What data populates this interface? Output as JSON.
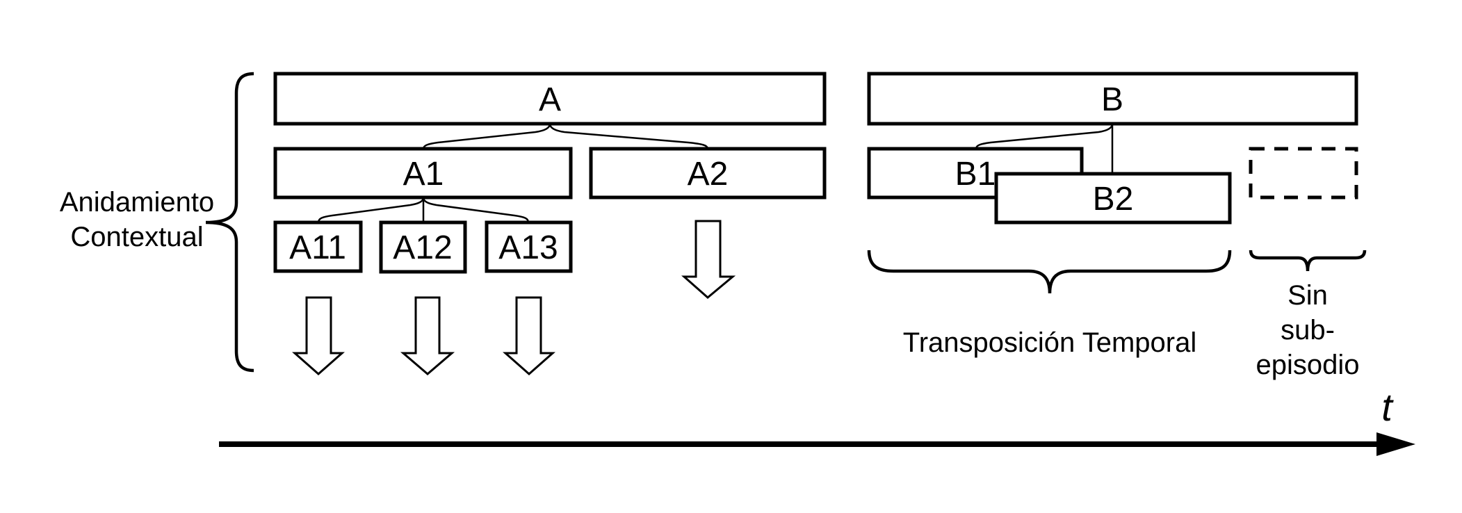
{
  "boxes": {
    "a": "A",
    "a1": "A1",
    "a2": "A2",
    "a11": "A11",
    "a12": "A12",
    "a13": "A13",
    "b": "B",
    "b1": "B1",
    "b2": "B2"
  },
  "labels": {
    "nesting_line1": "Anidamiento",
    "nesting_line2": "Contextual",
    "transposition": "Transposición Temporal",
    "no_sub_line1": "Sin",
    "no_sub_line2": "sub-",
    "no_sub_line3": "episodio",
    "time_axis": "t"
  }
}
